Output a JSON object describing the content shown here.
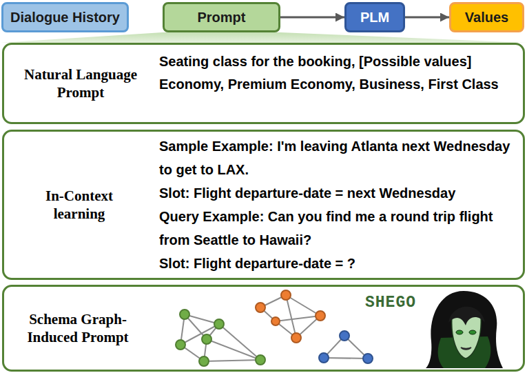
{
  "diagram": {
    "nodes": [
      {
        "text": [
          "Dialogue History"
        ]
      },
      {
        "text": [
          "Prompt"
        ]
      },
      {
        "text": [
          "PLM"
        ]
      },
      {
        "text": [
          "Values"
        ]
      },
      {
        "text": [
          "Natural Language Prompt",
          "Seating class for the booking, [Possible values]",
          "Economy, Premium Economy, Business, First Class"
        ]
      },
      {
        "text": [
          "In-Context learning",
          "Sample Example: I'm leaving Atlanta next Wednesday to get to LAX.",
          "Slot: Flight departure-date = next Wednesday",
          "Query Example: Can you find me a round trip flight from Seattle to Hawaii?",
          "Slot: Flight departure-date = ?"
        ]
      },
      {
        "text": [
          "Schema Graph-Induced Prompt",
          "SHEGO"
        ]
      }
    ],
    "edges": [
      {
        "from": 1,
        "to": 2,
        "arrow": "to"
      },
      {
        "from": 2,
        "to": 3,
        "arrow": "to"
      }
    ]
  }
}
